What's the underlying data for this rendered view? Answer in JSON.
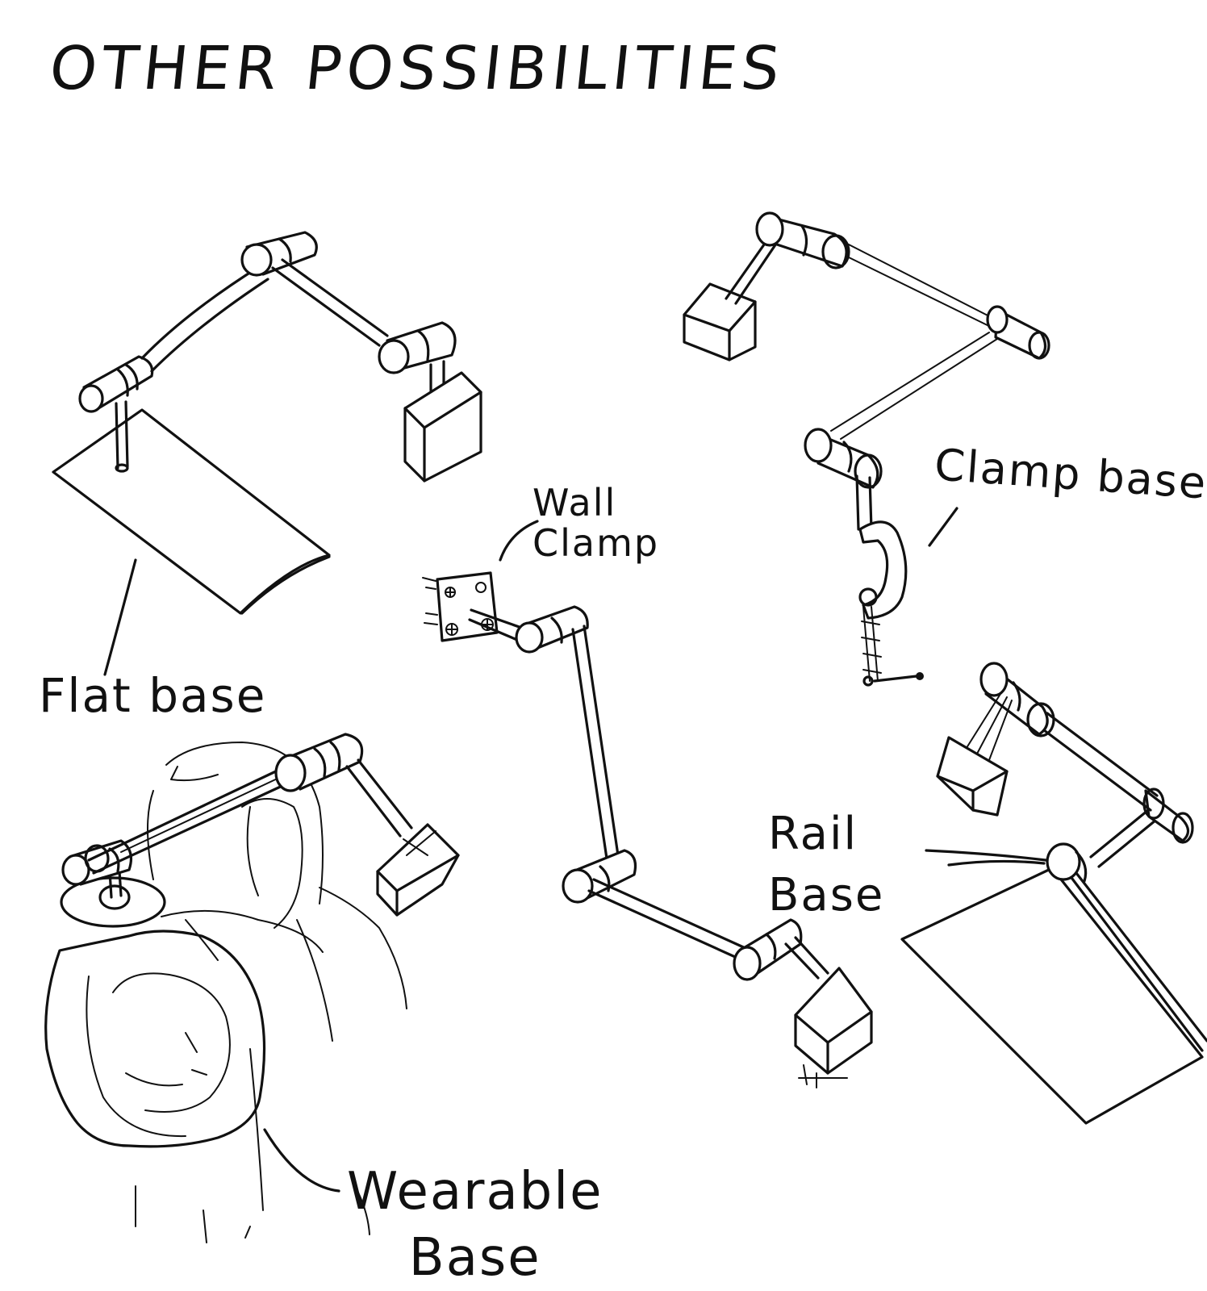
{
  "heading": "OTHER POSSIBILITIES",
  "labels": {
    "flat_base": "Flat base",
    "wall_clamp": "Wall\nClamp",
    "clamp_base": "Clamp base",
    "rail_base": "Rail\nBase",
    "wearable_base": "Wearable\nBase"
  },
  "colors": {
    "ink": "#111111",
    "paper": "#ffffff"
  }
}
